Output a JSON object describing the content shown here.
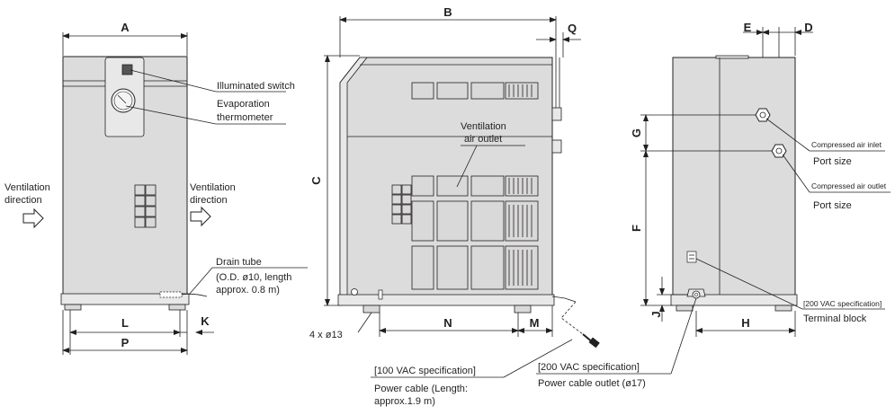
{
  "dimensions": {
    "A": "A",
    "B": "B",
    "C": "C",
    "D": "D",
    "E": "E",
    "F": "F",
    "G": "G",
    "H": "H",
    "J": "J",
    "K": "K",
    "L": "L",
    "M": "M",
    "N": "N",
    "P": "P",
    "Q": "Q"
  },
  "front": {
    "illuminated_switch": "Illuminated switch",
    "evap_line1": "Evaporation",
    "evap_line2": "thermometer",
    "vent_left_1": "Ventilation",
    "vent_left_2": "direction",
    "vent_right_1": "Ventilation",
    "vent_right_2": "direction",
    "drain_1": "Drain tube",
    "drain_2": "(O.D. ø10, length",
    "drain_3": "approx. 0.8 m)"
  },
  "side": {
    "vent_outlet_1": "Ventilation",
    "vent_outlet_2": "air outlet",
    "holes": "4 x ø13",
    "spec100": "[100 VAC specification]",
    "cable_1": "Power cable (Length:",
    "cable_2": "approx.1.9 m)",
    "spec200": "[200 VAC specification]",
    "cable_outlet": "Power cable outlet (ø17)"
  },
  "rear": {
    "inlet": "Compressed air inlet",
    "inlet_port": "Port size",
    "outlet": "Compressed air outlet",
    "outlet_port": "Port size",
    "spec200": "[200 VAC specification]",
    "terminal": "Terminal block"
  }
}
